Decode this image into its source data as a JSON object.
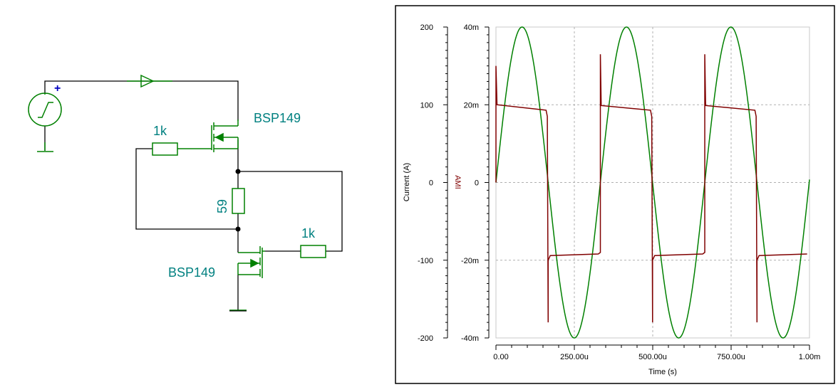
{
  "schematic": {
    "source_plus": "+",
    "mosfet_top": "BSP149",
    "mosfet_bottom": "BSP149",
    "resistor_top": "1k",
    "resistor_bottom": "1k",
    "resistor_mid": "59",
    "colors": {
      "wire": "#000000",
      "component": "#008000",
      "label": "#008080",
      "plus": "#0000c0"
    }
  },
  "chart_data": {
    "type": "line",
    "xlabel": "Time (s)",
    "ylabel_left": "Current (A)",
    "ylabel_right": "AMI",
    "x_ticks": [
      "0.00",
      "250.00u",
      "500.00u",
      "750.00u",
      "1.00m"
    ],
    "y_ticks_left": [
      "200",
      "100",
      "0",
      "-100",
      "-200"
    ],
    "y_ticks_right": [
      "40m",
      "20m",
      "0",
      "-20m",
      "-40m"
    ],
    "xlim": [
      0,
      0.001
    ],
    "ylim_left": [
      -200,
      200
    ],
    "ylim_right": [
      -0.04,
      0.04
    ],
    "grid": true,
    "series": [
      {
        "axis": "right",
        "color": "#008000",
        "period": 0.000333,
        "amplitude": 0.04,
        "shape": "sine"
      },
      {
        "axis": "left",
        "color": "#800000",
        "shape": "square",
        "period": 0.000333,
        "high_level": 95,
        "low_level": -95,
        "spike_high": 165,
        "spike_low": -180,
        "first_peak": 150
      }
    ],
    "colors": {
      "frame": "#000000",
      "grid": "#b0b0b0",
      "axis_right_label": "#800000"
    }
  }
}
